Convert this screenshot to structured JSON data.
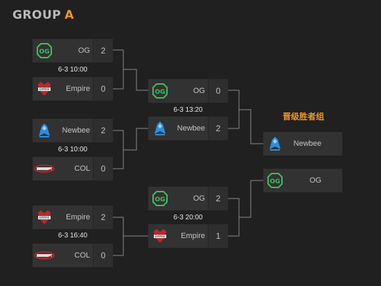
{
  "header": {
    "title_word": "GROUP",
    "title_letter": "A"
  },
  "advance_label": "晋级胜者组",
  "round1": [
    {
      "time": "6-3 10:00",
      "team1": {
        "name": "OG",
        "score": "2",
        "logo": "og-logo"
      },
      "team2": {
        "name": "Empire",
        "score": "0",
        "logo": "empire-logo"
      }
    },
    {
      "time": "6-3 10:00",
      "team1": {
        "name": "Newbee",
        "score": "2",
        "logo": "newbee-logo"
      },
      "team2": {
        "name": "COL",
        "score": "0",
        "logo": "col-logo"
      }
    },
    {
      "time": "6-3 16:40",
      "team1": {
        "name": "Empire",
        "score": "2",
        "logo": "empire-logo"
      },
      "team2": {
        "name": "COL",
        "score": "0",
        "logo": "col-logo"
      }
    }
  ],
  "round2": [
    {
      "time": "6-3 13:20",
      "team1": {
        "name": "OG",
        "score": "0",
        "logo": "og-logo"
      },
      "team2": {
        "name": "Newbee",
        "score": "2",
        "logo": "newbee-logo"
      }
    },
    {
      "time": "6-3 20:00",
      "team1": {
        "name": "OG",
        "score": "2",
        "logo": "og-logo"
      },
      "team2": {
        "name": "Empire",
        "score": "1",
        "logo": "empire-logo"
      }
    }
  ],
  "advanced": [
    {
      "name": "Newbee",
      "logo": "newbee-logo"
    },
    {
      "name": "OG",
      "logo": "og-logo"
    }
  ],
  "colors": {
    "accent": "#f0962b",
    "og_green": "#3fbf5a",
    "newbee_blue": "#2a8fe0",
    "empire_red": "#c0262a"
  }
}
